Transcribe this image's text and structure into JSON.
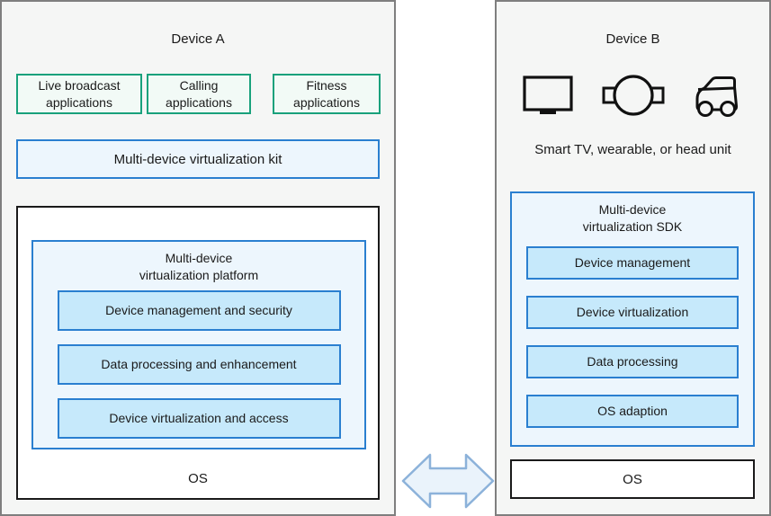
{
  "device_a": {
    "title": "Device A",
    "applications": [
      "Live broadcast applications",
      "Calling applications",
      "Fitness applications"
    ],
    "kit_label": "Multi-device virtualization kit",
    "platform": {
      "title_lines": [
        "Multi-device",
        "virtualization platform"
      ],
      "modules": [
        "Device management and security",
        "Data processing and enhancement",
        "Device virtualization and access"
      ]
    },
    "os_label": "OS"
  },
  "device_b": {
    "title": "Device B",
    "device_icons": [
      "smart-tv-icon",
      "wearable-icon",
      "head-unit-icon"
    ],
    "caption": "Smart TV, wearable, or head unit",
    "sdk": {
      "title_lines": [
        "Multi-device",
        "virtualization SDK"
      ],
      "modules": [
        "Device management",
        "Device virtualization",
        "Data processing",
        "OS adaption"
      ]
    },
    "os_label": "OS"
  },
  "connector": "bidirectional-arrow",
  "colors": {
    "accent_blue": "#2a7fd0",
    "accent_green": "#19a17c",
    "module_fill": "#c6e9fb",
    "panel_light_blue": "#edf6fd",
    "green_fill": "#f2faf6",
    "arrow_fill": "#eaf3fb",
    "arrow_stroke": "#8cb2da",
    "panel_bg": "#f5f6f5",
    "panel_border": "#7f7f7f",
    "dark_border": "#1a1a1a"
  }
}
